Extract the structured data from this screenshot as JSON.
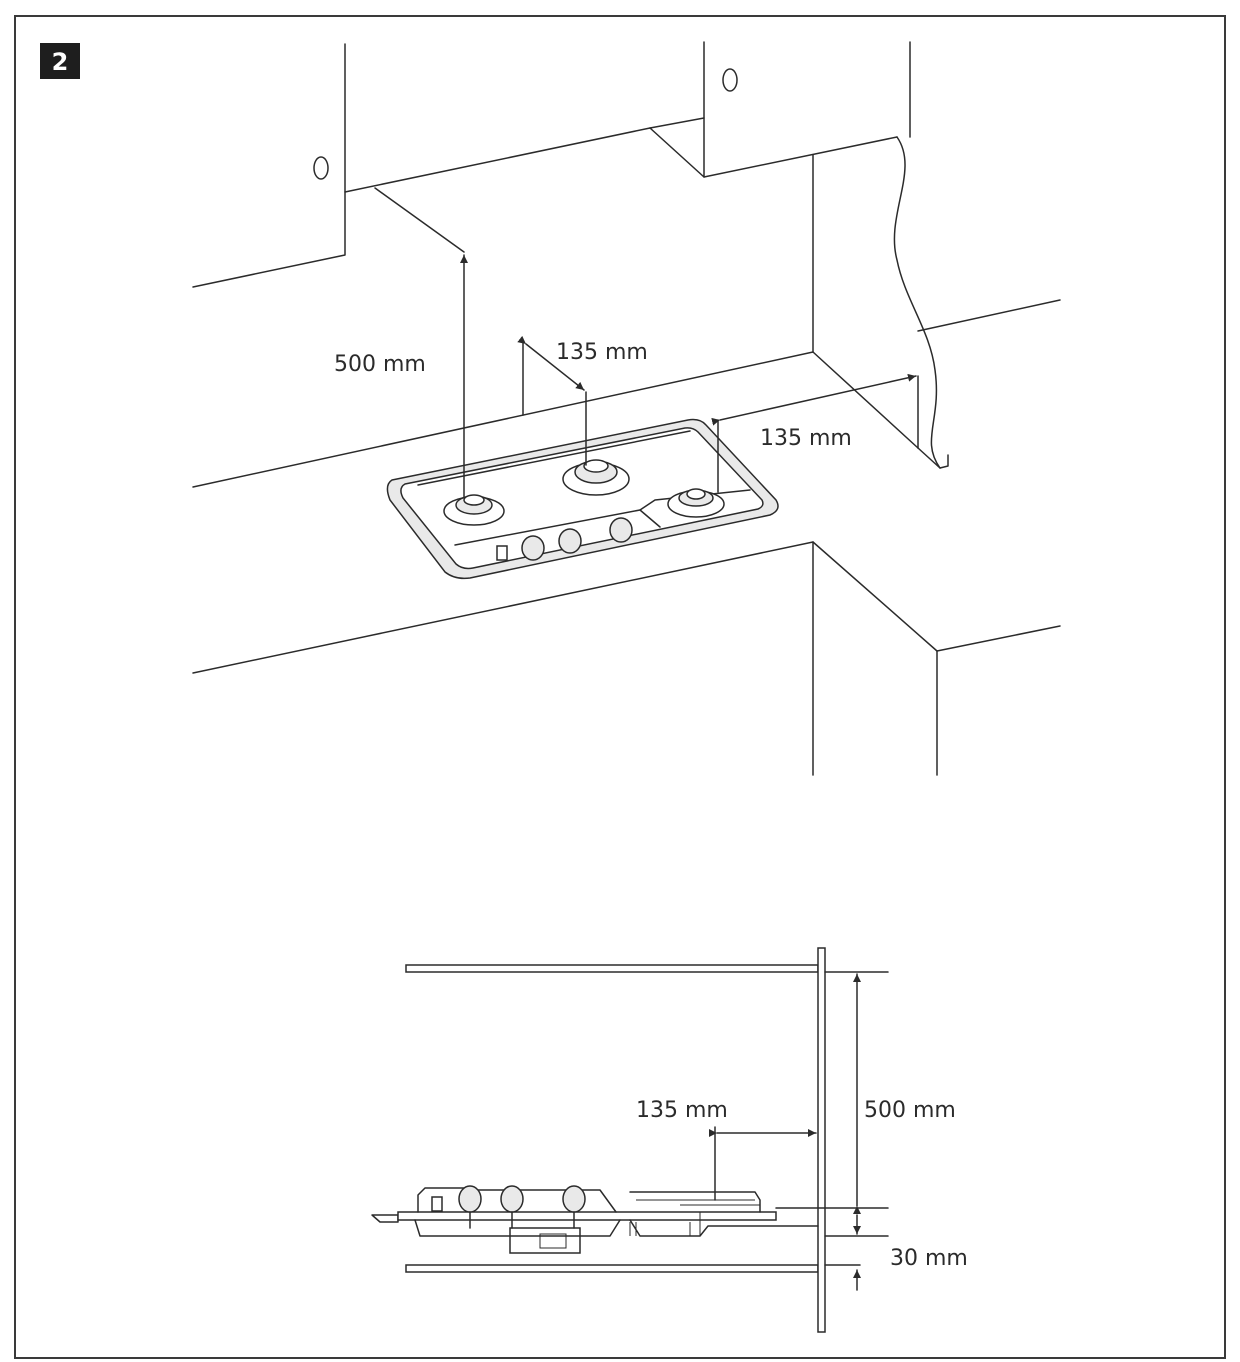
{
  "figure": {
    "step_number": "2",
    "perspective_view": {
      "dim_height_label": "500 mm",
      "dim_center_gap_label": "135 mm",
      "dim_side_gap_label": "135 mm"
    },
    "side_view": {
      "dim_side_gap_label": "135 mm",
      "dim_height_label": "500 mm",
      "dim_depth_label": "30 mm"
    }
  }
}
